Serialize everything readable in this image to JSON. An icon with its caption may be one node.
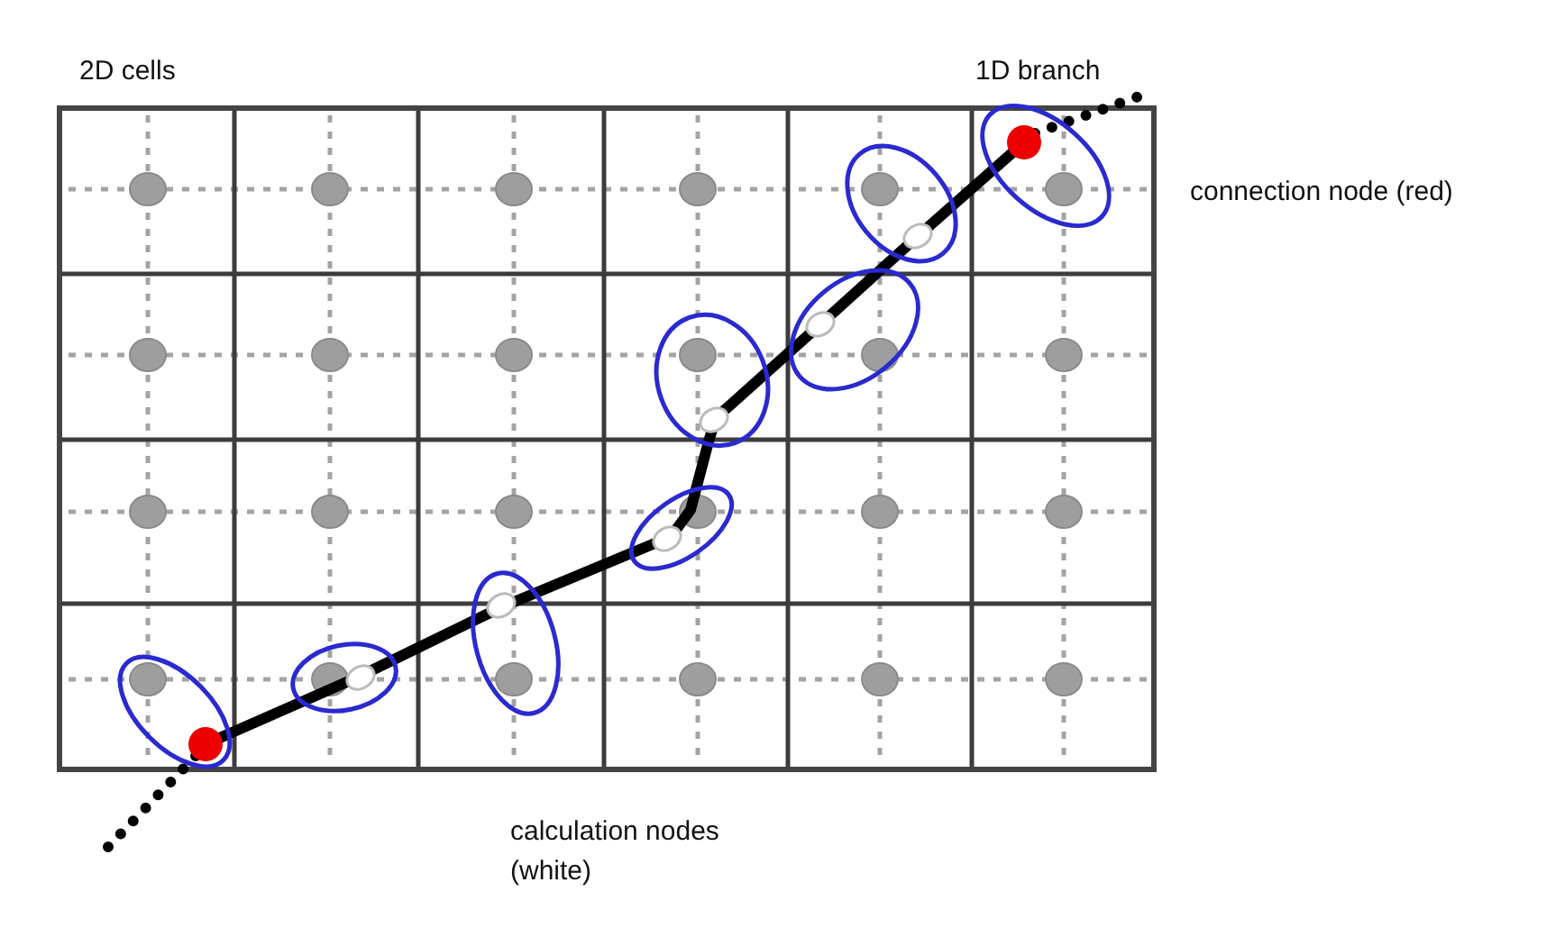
{
  "diagram": {
    "labels": [
      "2D cells",
      "1D branch",
      "connection node (red)",
      "calculation nodes (white)"
    ]
  }
}
